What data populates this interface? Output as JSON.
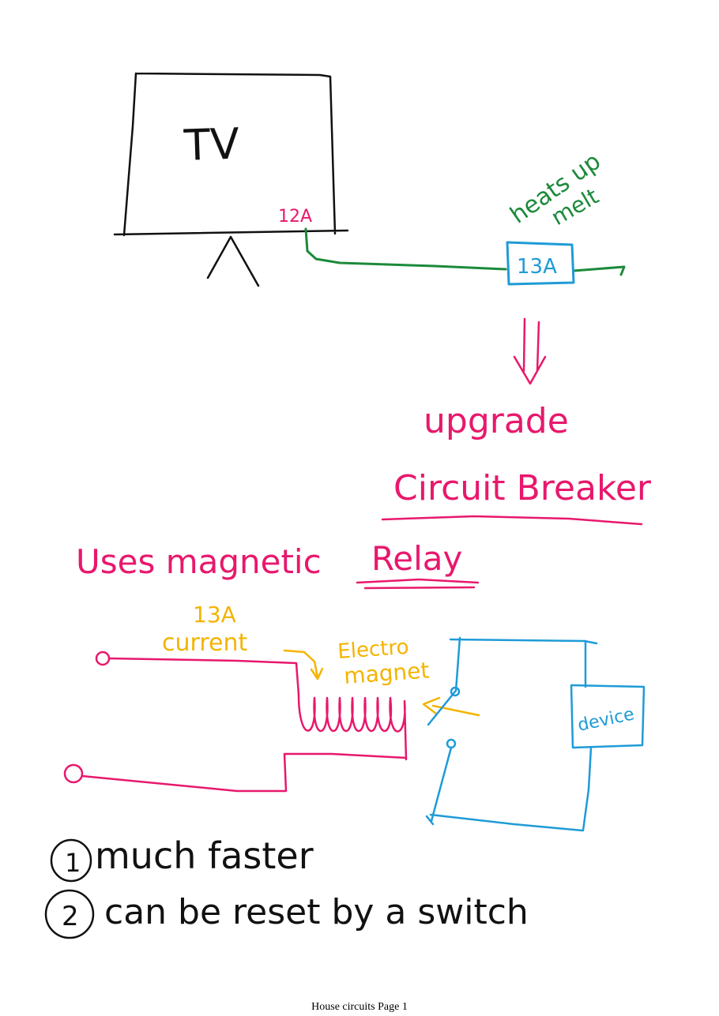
{
  "colors": {
    "black": "#111111",
    "green": "#1b8a3a",
    "pink": "#e8186c",
    "blue": "#1e9bd7",
    "orange": "#f4b400"
  },
  "tv": {
    "label": "TV",
    "current_label": "12A"
  },
  "fuse": {
    "label": "13A",
    "note_line1": "heats up",
    "note_line2": "melt"
  },
  "upgrade": {
    "label": "upgrade",
    "title": "Circuit Breaker"
  },
  "relay": {
    "uses_text": "Uses magnetic",
    "relay_word": "Relay",
    "current_value": "13A",
    "current_word": "current",
    "electro_line1": "Electro",
    "electro_line2": "magnet",
    "device_label": "device"
  },
  "notes": {
    "item1_number": "1",
    "item1_text": "much faster",
    "item2_number": "2",
    "item2_text": "can be reset by a switch"
  },
  "footer": {
    "page_label": "House circuits Page 1"
  }
}
